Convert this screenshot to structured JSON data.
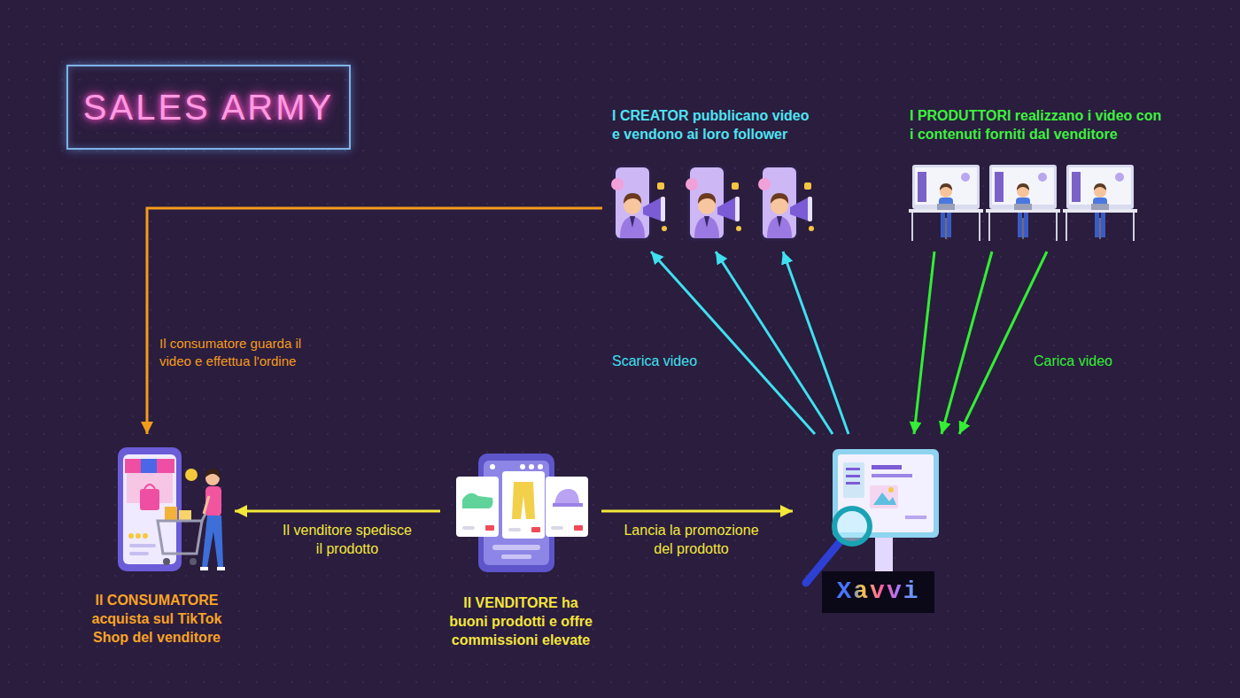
{
  "diagram": {
    "title": "SALES ARMY",
    "nodes": [
      {
        "text": [
          "I CREATOR pubblicano video e vendono ai loro follower"
        ]
      },
      {
        "text": [
          "I PRODUTTORI realizzano i video con i contenuti forniti dal venditore"
        ]
      },
      {
        "text": [
          "Il CONSUMATORE acquista sul TikTok Shop del venditore"
        ]
      },
      {
        "text": [
          "Il VENDITORE ha buoni prodotti e offre commissioni elevate"
        ]
      },
      {
        "text": [
          "Xavvi"
        ]
      }
    ],
    "edges": [
      {
        "from": 0,
        "to": 2,
        "arrow": "to",
        "label": "Il consumatore guarda il video e effettua l'ordine"
      },
      {
        "from": 4,
        "to": 0,
        "arrow": "to",
        "label": "Scarica video"
      },
      {
        "from": 4,
        "to": 0,
        "arrow": "to"
      },
      {
        "from": 4,
        "to": 0,
        "arrow": "to"
      },
      {
        "from": 1,
        "to": 4,
        "arrow": "to"
      },
      {
        "from": 1,
        "to": 4,
        "arrow": "to"
      },
      {
        "from": 1,
        "to": 4,
        "arrow": "to",
        "label": "Carica video"
      },
      {
        "from": 3,
        "to": 2,
        "arrow": "to",
        "label": "Il venditore spedisce il prodotto"
      },
      {
        "from": 3,
        "to": 4,
        "arrow": "to",
        "label": "Lancia la promozione del prodotto"
      }
    ]
  }
}
